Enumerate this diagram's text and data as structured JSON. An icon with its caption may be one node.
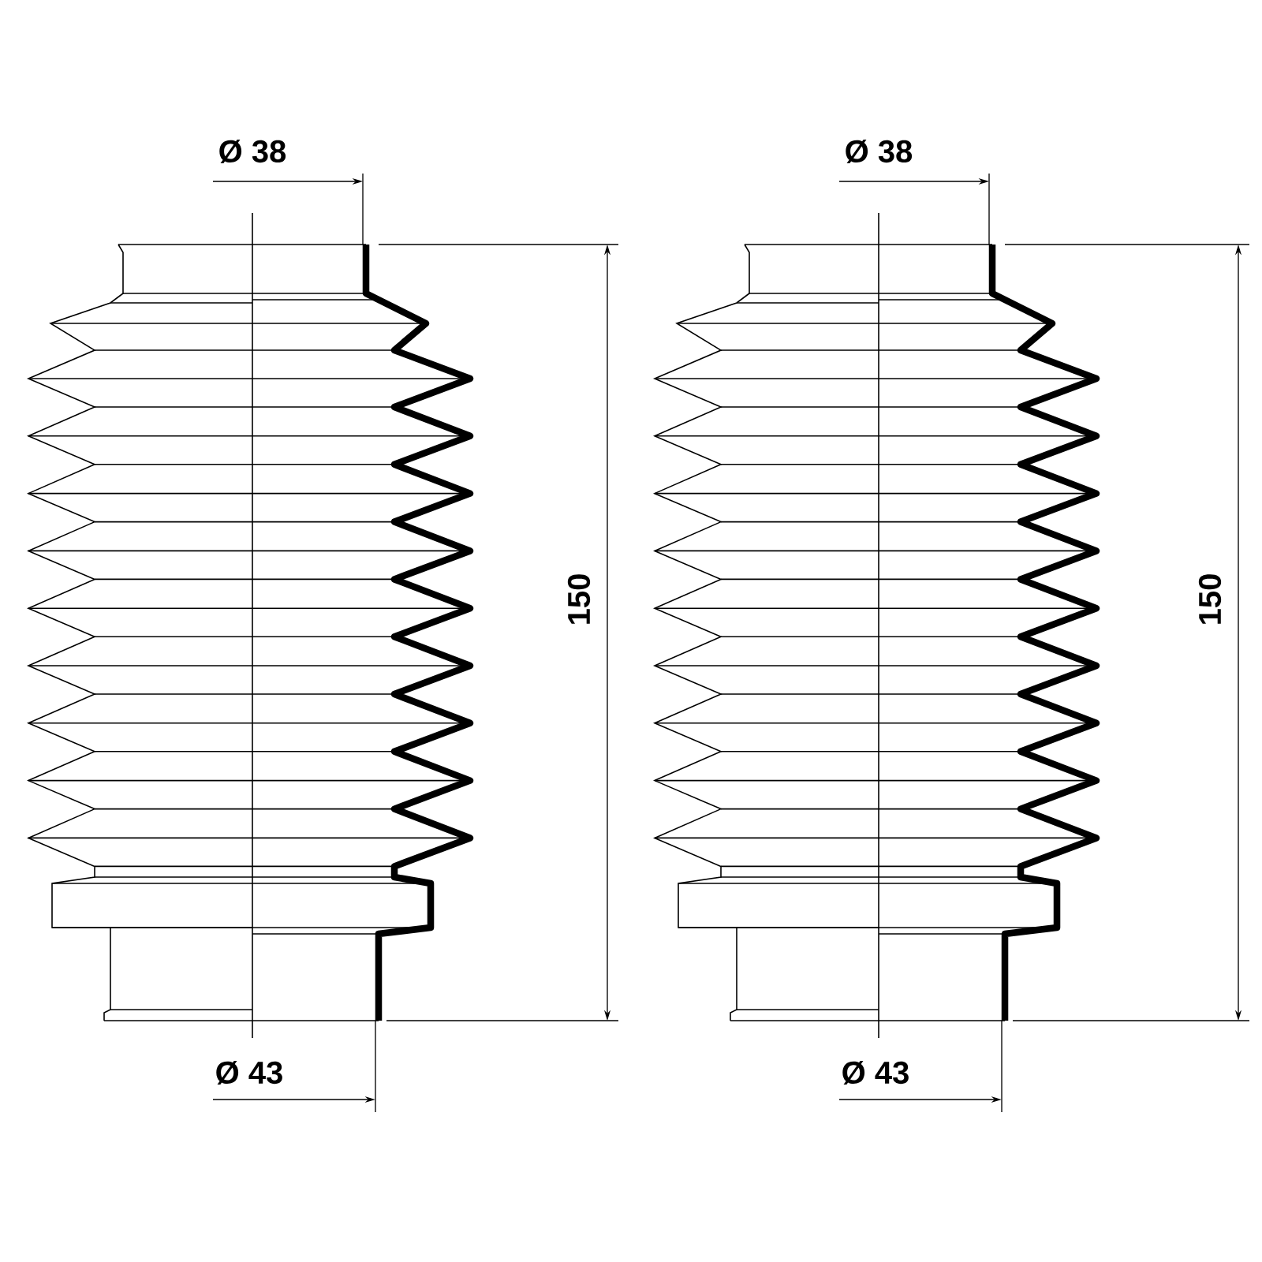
{
  "diagram": {
    "labels": [
      "Ø 38",
      "Ø 38",
      "150",
      "150",
      "Ø 43",
      "Ø 43"
    ]
  }
}
